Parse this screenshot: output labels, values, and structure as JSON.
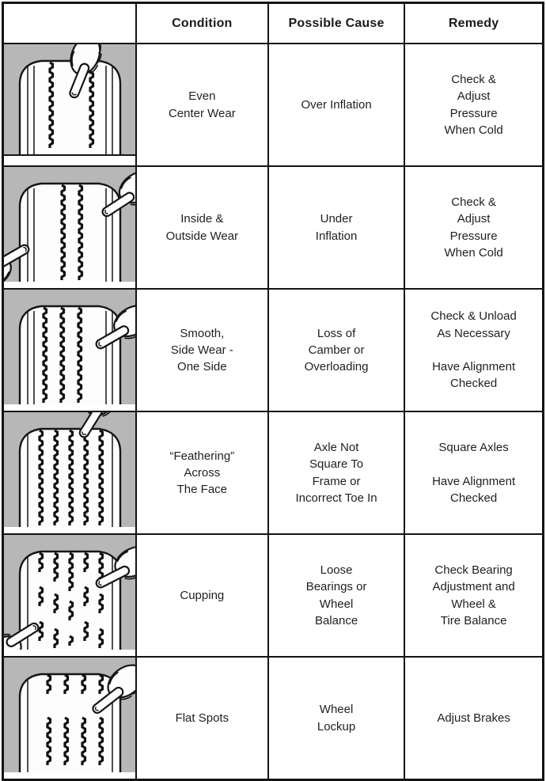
{
  "colors": {
    "line": "#161616",
    "illustration_bg": "#b7b7b7",
    "tire_white": "#fdfdfd",
    "paper": "#ffffff"
  },
  "header": {
    "illustration": "",
    "condition": "Condition",
    "cause": "Possible Cause",
    "remedy": "Remedy"
  },
  "rows": [
    {
      "illustration": "tire-even-center-wear",
      "condition": "Even\nCenter Wear",
      "cause": "Over Inflation",
      "remedy": "Check &\nAdjust\nPressure\nWhen Cold"
    },
    {
      "illustration": "tire-inside-outside-wear",
      "condition": "Inside &\nOutside Wear",
      "cause": "Under\nInflation",
      "remedy": "Check &\nAdjust\nPressure\nWhen Cold"
    },
    {
      "illustration": "tire-smooth-one-side",
      "condition": "Smooth,\nSide Wear -\nOne Side",
      "cause": "Loss of\nCamber or\nOverloading",
      "remedy": "Check & Unload\nAs Necessary\n\nHave Alignment\nChecked"
    },
    {
      "illustration": "tire-feathering",
      "condition": "“Feathering”\nAcross\nThe Face",
      "cause": "Axle Not\nSquare To\nFrame or\nIncorrect Toe In",
      "remedy": "Square Axles\n\nHave Alignment\nChecked"
    },
    {
      "illustration": "tire-cupping",
      "condition": "Cupping",
      "cause": "Loose\nBearings or\nWheel\nBalance",
      "remedy": "Check Bearing\nAdjustment and\nWheel &\nTire Balance"
    },
    {
      "illustration": "tire-flat-spots",
      "condition": "Flat Spots",
      "cause": "Wheel\nLockup",
      "remedy": "Adjust Brakes"
    }
  ]
}
